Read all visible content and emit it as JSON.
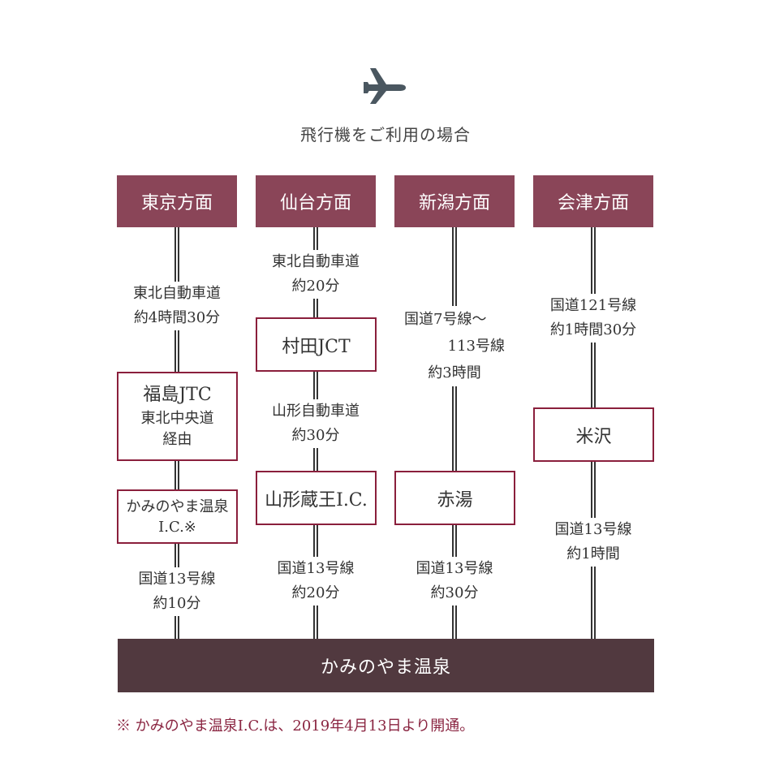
{
  "title": "飛行機をご利用の場合",
  "columns": [
    {
      "header": "東京方面",
      "seg1": [
        "東北自動車道",
        "約4時間30分"
      ],
      "box1": [
        "福島JTC",
        "東北中央道",
        "経由"
      ],
      "box2": [
        "かみのやま温泉",
        "I.C.※"
      ],
      "seg2": [
        "国道13号線",
        "約10分"
      ]
    },
    {
      "header": "仙台方面",
      "seg1": [
        "東北自動車道",
        "約20分"
      ],
      "box1": [
        "村田JCT"
      ],
      "seg2": [
        "山形自動車道",
        "約30分"
      ],
      "box2": [
        "山形蔵王I.C."
      ],
      "seg3": [
        "国道13号線",
        "約20分"
      ]
    },
    {
      "header": "新潟方面",
      "seg1": [
        "国道7号線〜",
        "113号線",
        "約3時間"
      ],
      "box1": [
        "赤湯"
      ],
      "seg2": [
        "国道13号線",
        "約30分"
      ]
    },
    {
      "header": "会津方面",
      "seg1": [
        "国道121号線",
        "約1時間30分"
      ],
      "box1": [
        "米沢"
      ],
      "seg2": [
        "国道13号線",
        "約1時間"
      ]
    }
  ],
  "destination": "かみのやま温泉",
  "note": "※ かみのやま温泉I.C.は、2019年4月13日より開通。",
  "colors": {
    "header": "#8a4558",
    "box_border": "#8a1f3c",
    "destination": "#51393f",
    "note": "#8a2541"
  },
  "icons": {
    "title_icon": "airplane-icon"
  }
}
